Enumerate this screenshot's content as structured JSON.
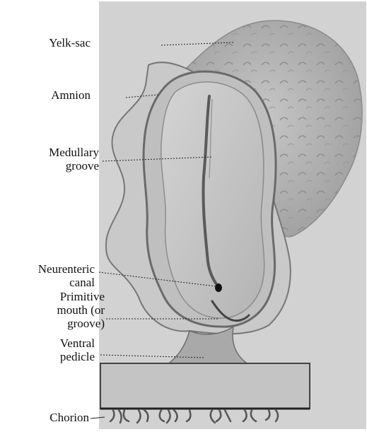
{
  "labels": {
    "yolk_sac": "Yelk-sac",
    "amnion": "Amnion",
    "medullary_line1": "Medullary",
    "medullary_line2": "groove",
    "neurenteric_line1": "Neurenteric",
    "neurenteric_line2": "canal",
    "primitive_line1": "Primitive",
    "primitive_line2": "mouth (or",
    "primitive_line3": "groove)",
    "ventral_line1": "Ventral",
    "ventral_line2": "pedicle",
    "chorion": "Chorion"
  },
  "colors": {
    "background_plate": "#d2d2d2",
    "yolk_sac": "#b8b8b8",
    "amnion": "#c9c9c9",
    "embryo_plate": "#bebebe",
    "groove": "#6e6e6e",
    "pedicle": "#a9a9a9",
    "chorion_plate": "#c4c4c4",
    "villi": "#555555"
  }
}
